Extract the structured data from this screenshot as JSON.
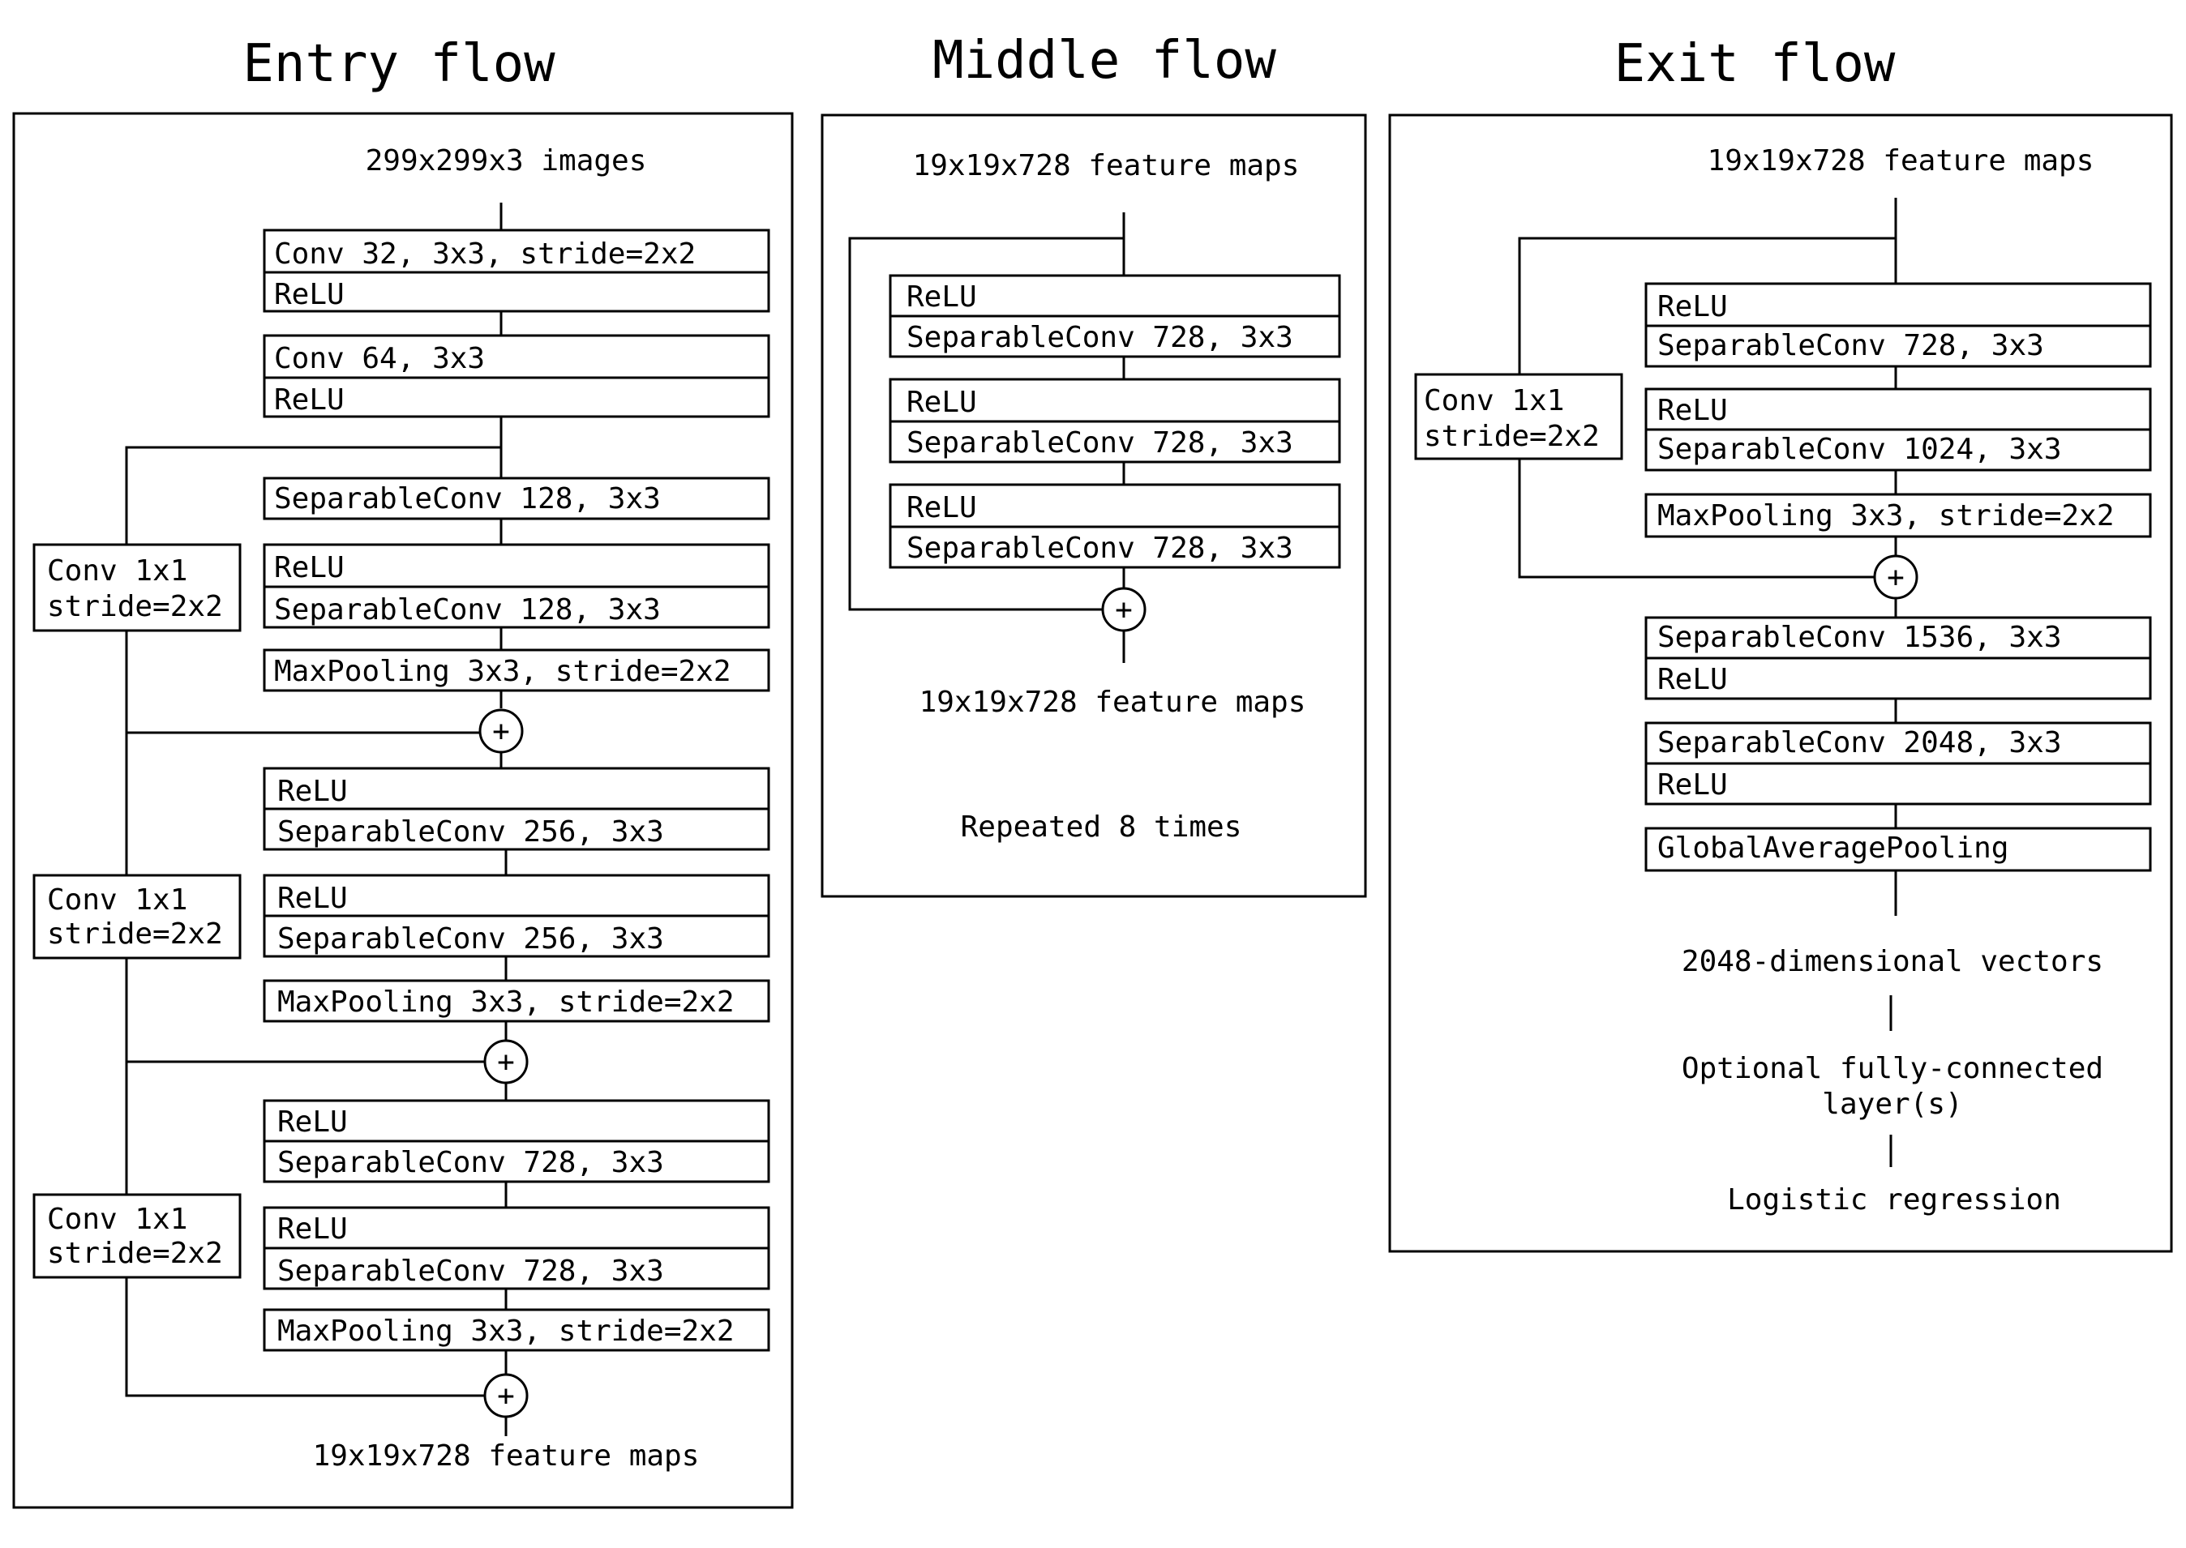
{
  "entry_flow": {
    "title": "Entry flow",
    "input": "299x299x3 images",
    "output": "19x19x728 feature maps",
    "block1": {
      "line1": "Conv 32, 3x3, stride=2x2",
      "line2": "ReLU"
    },
    "block2": {
      "line1": "Conv 64, 3x3",
      "line2": "ReLU"
    },
    "sep1": "SeparableConv 128, 3x3",
    "block3": {
      "line1": "ReLU",
      "line2": "SeparableConv 128, 3x3"
    },
    "pool1": "MaxPooling 3x3, stride=2x2",
    "skip1": {
      "line1": "Conv 1x1",
      "line2": "stride=2x2"
    },
    "block4": {
      "line1": "ReLU",
      "line2": "SeparableConv 256, 3x3"
    },
    "block5": {
      "line1": "ReLU",
      "line2": "SeparableConv 256, 3x3"
    },
    "pool2": "MaxPooling 3x3, stride=2x2",
    "skip2": {
      "line1": "Conv 1x1",
      "line2": "stride=2x2"
    },
    "block6": {
      "line1": "ReLU",
      "line2": "SeparableConv 728, 3x3"
    },
    "block7": {
      "line1": "ReLU",
      "line2": "SeparableConv 728, 3x3"
    },
    "pool3": "MaxPooling 3x3, stride=2x2",
    "skip3": {
      "line1": "Conv 1x1",
      "line2": "stride=2x2"
    },
    "plus": "+"
  },
  "middle_flow": {
    "title": "Middle flow",
    "input": "19x19x728 feature maps",
    "output": "19x19x728 feature maps",
    "block1": {
      "line1": "ReLU",
      "line2": "SeparableConv 728, 3x3"
    },
    "block2": {
      "line1": "ReLU",
      "line2": "SeparableConv 728, 3x3"
    },
    "block3": {
      "line1": "ReLU",
      "line2": "SeparableConv 728, 3x3"
    },
    "repeat_note": "Repeated 8 times",
    "plus": "+"
  },
  "exit_flow": {
    "title": "Exit flow",
    "input": "19x19x728 feature maps",
    "block1": {
      "line1": "ReLU",
      "line2": "SeparableConv 728, 3x3"
    },
    "block2": {
      "line1": "ReLU",
      "line2": "SeparableConv 1024, 3x3"
    },
    "pool1": "MaxPooling 3x3, stride=2x2",
    "skip1": {
      "line1": "Conv 1x1",
      "line2": "stride=2x2"
    },
    "block3": {
      "line1": "SeparableConv 1536, 3x3",
      "line2": "ReLU"
    },
    "block4": {
      "line1": "SeparableConv 2048, 3x3",
      "line2": "ReLU"
    },
    "gap": "GlobalAveragePooling",
    "vectors": "2048-dimensional vectors",
    "fc_line1": "Optional fully-connected",
    "fc_line2": "layer(s)",
    "logistic": "Logistic regression",
    "plus": "+"
  }
}
